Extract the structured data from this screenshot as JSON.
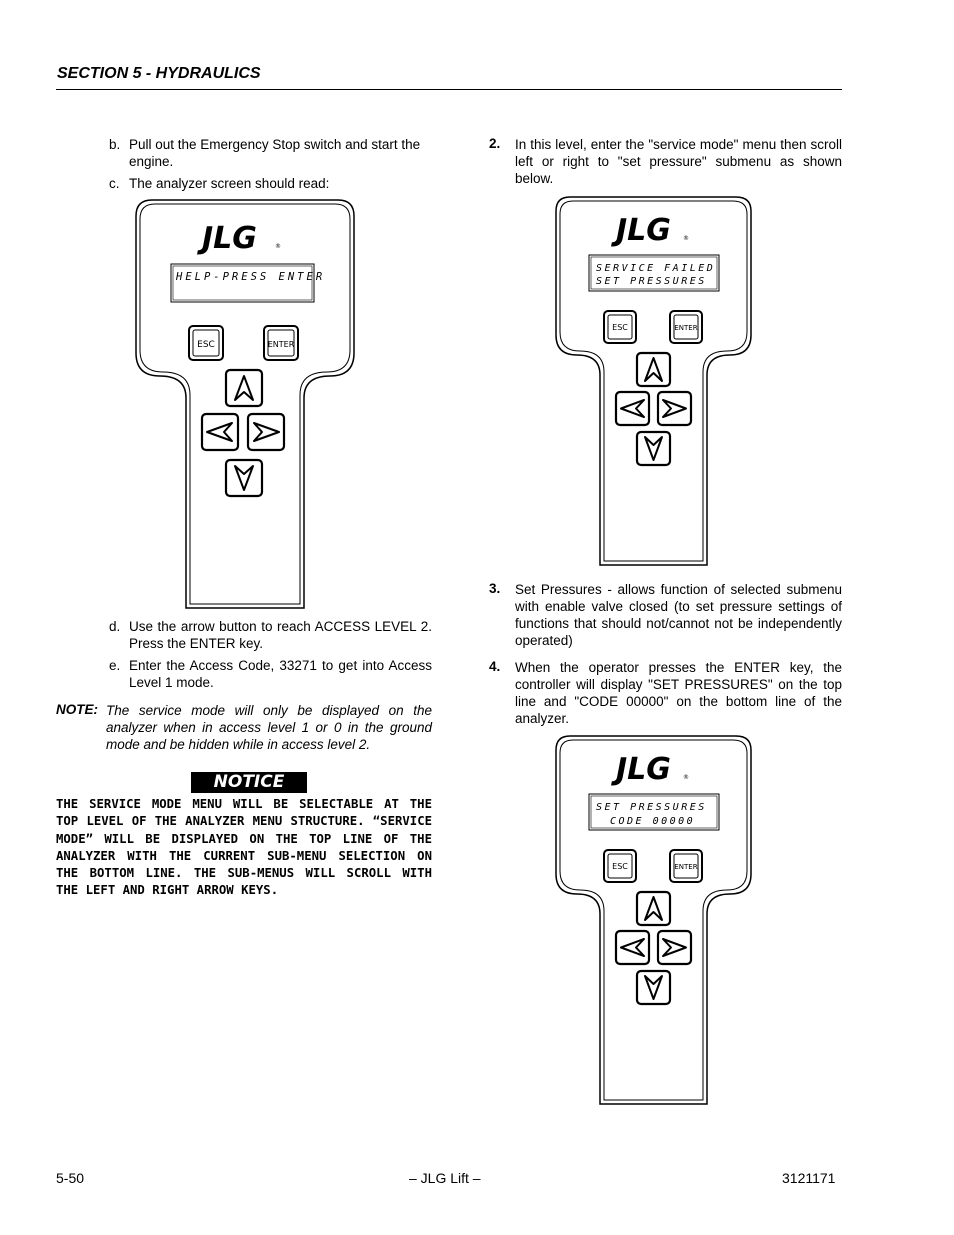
{
  "header": {
    "section_title": "SECTION 5 - HYDRAULICS"
  },
  "left_column": {
    "step_b": {
      "marker": "b.",
      "text": "Pull out the Emergency Stop switch and start the engine."
    },
    "step_c": {
      "marker": "c.",
      "text": "The analyzer screen should read:"
    },
    "step_d": {
      "marker": "d.",
      "text": "Use the arrow button to reach ACCESS LEVEL 2. Press the ENTER key."
    },
    "step_e": {
      "marker": "e.",
      "text": "Enter the Access Code, 33271 to get into Access Level 1 mode."
    },
    "note": {
      "label": "NOTE:",
      "text": "The service mode will only be displayed on the analyzer when in access level 1 or 0 in the ground mode and be hidden while in access level 2."
    },
    "notice": {
      "label": "NOTICE",
      "text": "THE SERVICE MODE MENU WILL BE SELECTABLE AT THE TOP LEVEL OF THE ANALYZER MENU STRUCTURE. “SERVICE MODE” WILL BE DISPLAYED ON THE TOP LINE OF THE ANALYZER WITH THE CURRENT SUB-MENU SELECTION ON THE BOTTOM LINE. THE SUB-MENUS WILL SCROLL WITH THE LEFT AND RIGHT ARROW KEYS."
    }
  },
  "right_column": {
    "step_2": {
      "marker": "2.",
      "text": "In this level, enter the \"service mode\" menu then scroll left or right to \"set pressure\" submenu as shown below."
    },
    "step_3": {
      "marker": "3.",
      "text": "Set Pressures - allows function of selected submenu with enable valve closed (to set pressure settings of functions that should not/cannot not be independently operated)"
    },
    "step_4": {
      "marker": "4.",
      "text": "When the operator presses the ENTER key, the controller will display \"SET PRESSURES\" on the top line and \"CODE 00000\" on the bottom line of the analyzer."
    }
  },
  "analyzers": [
    {
      "logo": "JLG",
      "lcd_line1": "HELP-PRESS ENTER",
      "lcd_line2": "",
      "esc_label": "ESC",
      "enter_label": "ENTER"
    },
    {
      "logo": "JLG",
      "lcd_line1": "SERVICE FAILED",
      "lcd_line2": "SET PRESSURES",
      "esc_label": "ESC",
      "enter_label": "ENTER"
    },
    {
      "logo": "JLG",
      "lcd_line1": "SET PRESSURES",
      "lcd_line2": "CODE 00000",
      "esc_label": "ESC",
      "enter_label": "ENTER"
    }
  ],
  "footer": {
    "page_number": "5-50",
    "center": "– JLG Lift –",
    "doc_number": "3121171"
  },
  "colors": {
    "text": "#000000",
    "background": "#ffffff"
  }
}
